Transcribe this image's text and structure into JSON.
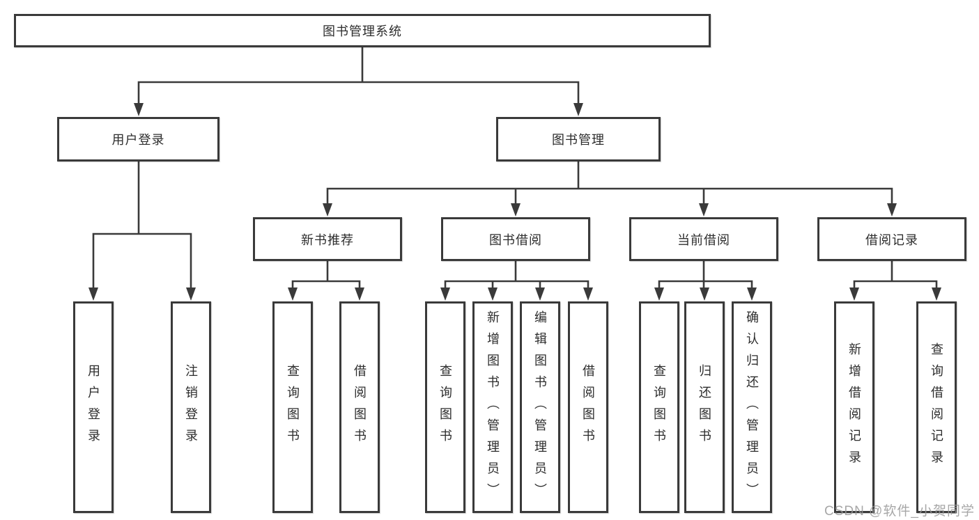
{
  "diagram": {
    "root": {
      "label": "图书管理系统"
    },
    "level2": {
      "user_login": {
        "label": "用户登录"
      },
      "book_mgmt": {
        "label": "图书管理"
      }
    },
    "level3": {
      "new_book_rec": {
        "label": "新书推荐"
      },
      "book_borrow": {
        "label": "图书借阅"
      },
      "current_borrow": {
        "label": "当前借阅"
      },
      "borrow_record": {
        "label": "借阅记录"
      }
    },
    "leaves": {
      "login": {
        "label": "用户登录"
      },
      "logout": {
        "label": "注销登录"
      },
      "rec_query": {
        "label": "查询图书"
      },
      "rec_borrow": {
        "label": "借阅图书"
      },
      "bor_query": {
        "label": "查询图书"
      },
      "bor_add": {
        "label": "新增图书（管理员）"
      },
      "bor_edit": {
        "label": "编辑图书（管理员）"
      },
      "bor_borrow": {
        "label": "借阅图书"
      },
      "cur_query": {
        "label": "查询图书"
      },
      "cur_return": {
        "label": "归还图书"
      },
      "cur_confirm": {
        "label": "确认归还（管理员）"
      },
      "rec2_add": {
        "label": "新增借阅记录"
      },
      "rec2_query": {
        "label": "查询借阅记录"
      }
    }
  },
  "watermark": {
    "text": "CSDN @软件_小贺同学"
  },
  "colors": {
    "line": "#3a3a3a",
    "box_border": "#3a3a3a",
    "text": "#2d2d2d",
    "watermark": "#989898",
    "background": "#ffffff"
  }
}
